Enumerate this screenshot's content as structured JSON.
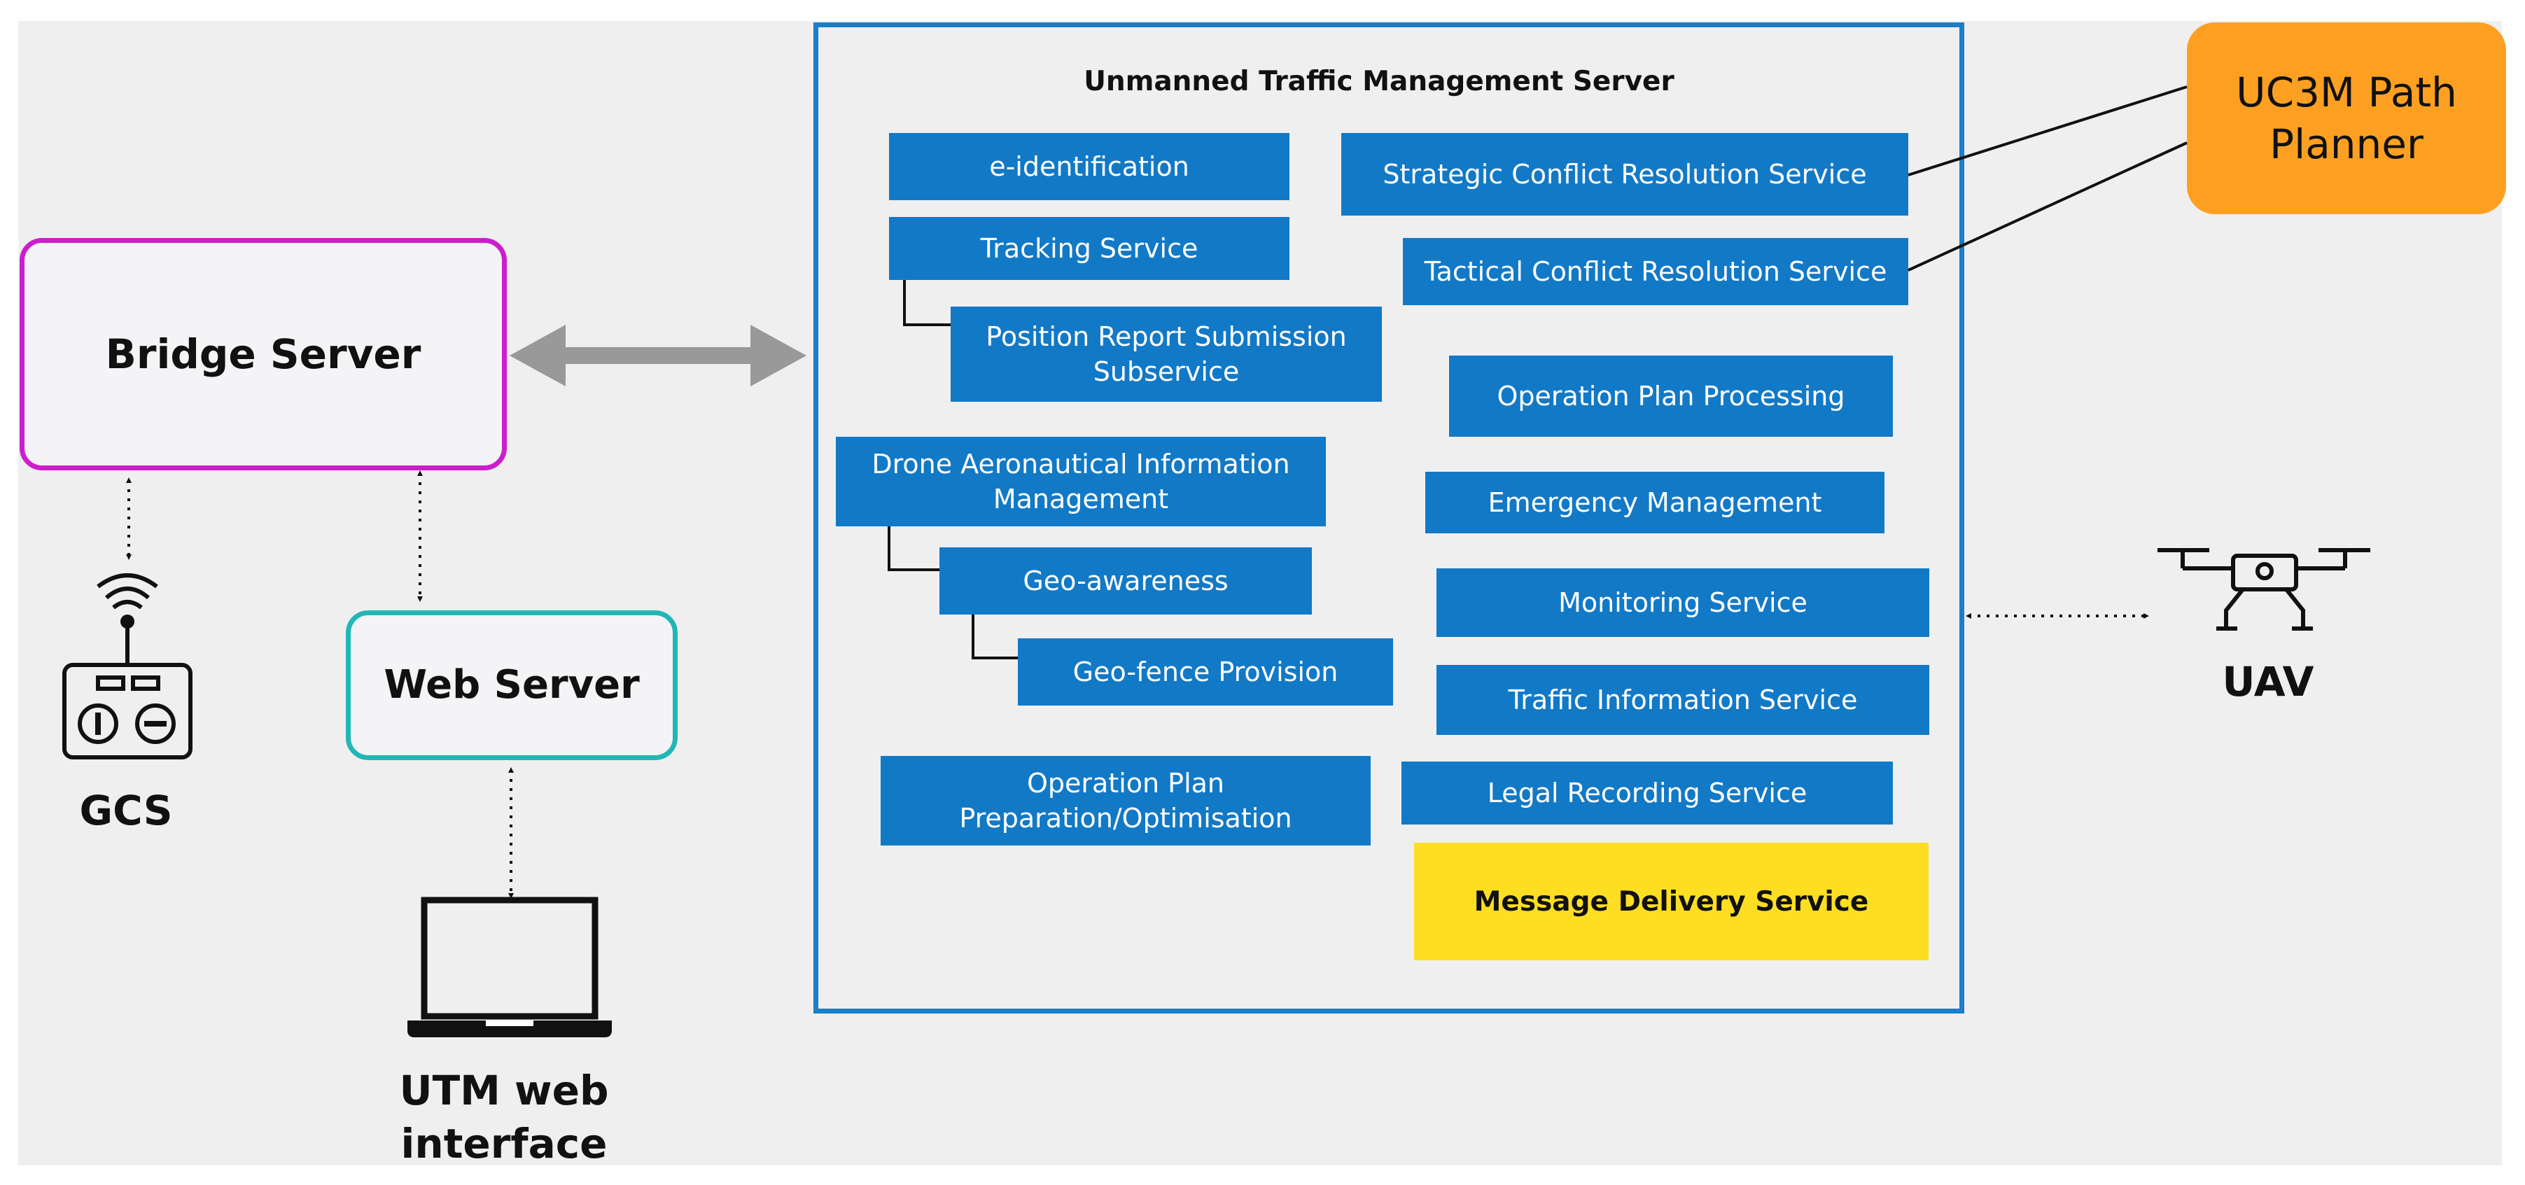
{
  "utm_server": {
    "title": "Unmanned Traffic Management Server",
    "left_services": {
      "e_identification": "e-identification",
      "tracking": "Tracking Service",
      "position_report": "Position Report Submission Subservice",
      "drone_aero": "Drone Aeronautical Information Management",
      "geo_awareness": "Geo-awareness",
      "geo_fence": "Geo-fence Provision",
      "op_plan_prep": "Operation Plan Preparation/Optimisation"
    },
    "right_services": {
      "strategic": "Strategic Conflict Resolution Service",
      "tactical": "Tactical Conflict Resolution Service",
      "op_plan_processing": "Operation Plan Processing",
      "emergency": "Emergency Management",
      "monitoring": "Monitoring Service",
      "traffic_info": "Traffic Information Service",
      "legal_recording": "Legal Recording Service",
      "message_delivery": "Message Delivery Service"
    }
  },
  "bridge_server": {
    "label": "Bridge Server"
  },
  "web_server": {
    "label": "Web Server"
  },
  "path_planner": {
    "label": "UC3M Path Planner"
  },
  "gcs": {
    "label": "GCS",
    "icon": "remote-controller-icon"
  },
  "utm_web": {
    "label": "UTM web interface",
    "icon": "laptop-icon"
  },
  "uav": {
    "label": "UAV",
    "icon": "drone-icon"
  },
  "colors": {
    "service_blue": "#1279c6",
    "utm_border": "#1a7fc8",
    "message_yellow": "#fede23",
    "bridge_magenta": "#cc1ecc",
    "web_teal": "#22b7b7",
    "planner_orange": "#fda021",
    "arrow_gray": "#999999"
  }
}
